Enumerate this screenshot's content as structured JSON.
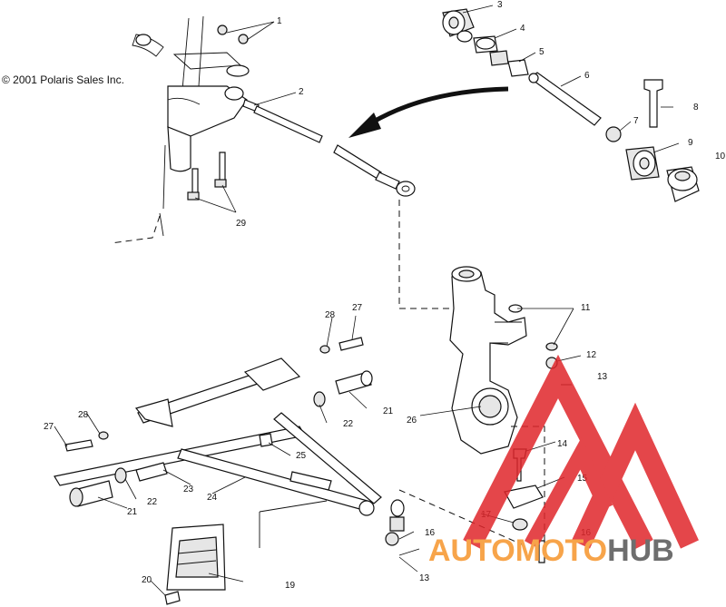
{
  "copyright": "© 2001 Polaris Sales Inc.",
  "callouts": [
    "1",
    "2",
    "3",
    "4",
    "5",
    "6",
    "7",
    "8",
    "9",
    "10",
    "11",
    "12",
    "13",
    "14",
    "15",
    "16",
    "17",
    "19",
    "20",
    "21",
    "22",
    "23",
    "24",
    "25",
    "26",
    "27",
    "28",
    "29"
  ],
  "callout_labels": {
    "c1": "1",
    "c2": "2",
    "c3": "3",
    "c4": "4",
    "c5": "5",
    "c6": "6",
    "c7": "7",
    "c8": "8",
    "c9": "9",
    "c10": "10",
    "c11": "11",
    "c12": "12",
    "c13a": "13",
    "c14": "14",
    "c15": "15",
    "c16a": "16",
    "c17": "17",
    "c16b": "16",
    "c13b": "13",
    "c19": "19",
    "c20": "20",
    "c21a": "21",
    "c22a": "22",
    "c26": "26",
    "c25": "25",
    "c27a": "27",
    "c28a": "28",
    "c27b": "27",
    "c28b": "28",
    "c23": "23",
    "c24": "24",
    "c22b": "22",
    "c21b": "21",
    "c29": "29"
  },
  "watermark": {
    "text_part1": "AUTOMOTO",
    "text_part2": "HUB",
    "color_red": "#e0262b",
    "color_orange": "#f7a44a",
    "color_gray": "#6e6e6e"
  }
}
